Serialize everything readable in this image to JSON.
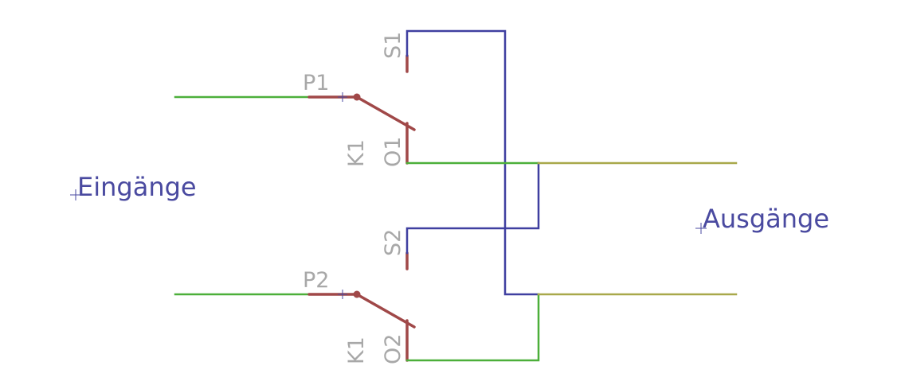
{
  "labels": {
    "inputs": "Eingänge",
    "outputs": "Ausgänge",
    "relay_top": "K1",
    "relay_bottom": "K1",
    "pin_p1": "P1",
    "pin_p2": "P2",
    "pin_s1": "S1",
    "pin_s2": "S2",
    "pin_o1": "O1",
    "pin_o2": "O2"
  },
  "colors": {
    "input_wire": "#4caf3a",
    "output_wire": "#a8a84a",
    "cross_wire": "#3f3fa0",
    "switch_body": "#a04848",
    "pin_label": "#a8a8a8",
    "net_label": "#4a4aa0"
  }
}
